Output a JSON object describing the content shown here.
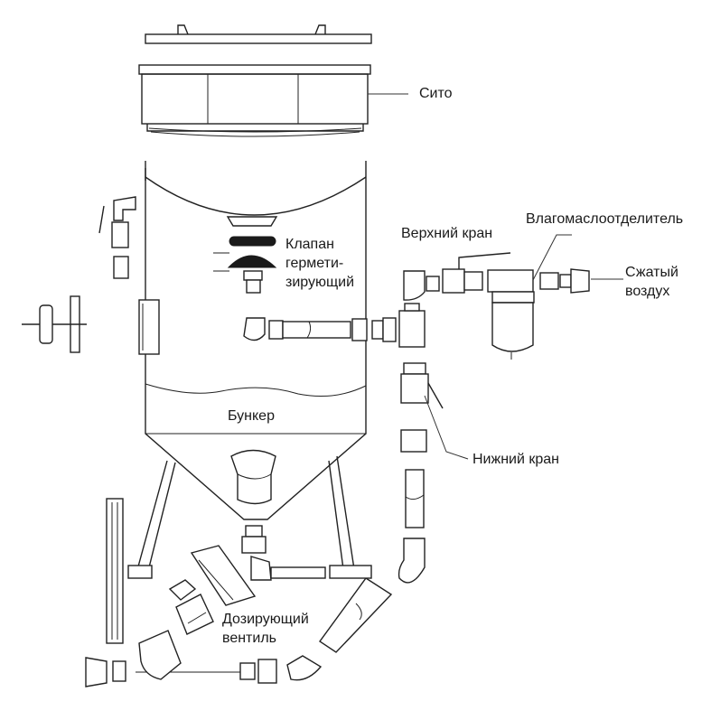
{
  "diagram": {
    "labels": {
      "sieve": "Сито",
      "valve_1": "Клапан",
      "valve_2": "гермети-",
      "valve_3": "зирующий",
      "upper_tap": "Верхний кран",
      "separator": "Влагомаслоотделитель",
      "air_1": "Сжатый",
      "air_2": "воздух",
      "hopper": "Бункер",
      "lower_tap": "Нижний кран",
      "metering_1": "Дозирующий",
      "metering_2": "вентиль"
    }
  }
}
